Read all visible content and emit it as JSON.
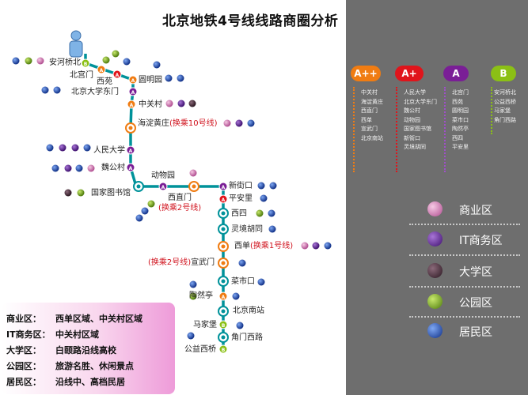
{
  "title": "北京地铁4号线线路商圈分析",
  "stations": [
    {
      "name": "安河桥北",
      "badge": "B"
    },
    {
      "name": "北宫门",
      "badge": "A"
    },
    {
      "name": "西苑",
      "badge": "A"
    },
    {
      "name": "圆明园",
      "badge": "A"
    },
    {
      "name": "北京大学东门",
      "badge": "A+"
    },
    {
      "name": "中关村",
      "badge": "A++"
    },
    {
      "name": "海淀黄庄",
      "transfer": "(换乘10号线)"
    },
    {
      "name": "人民大学",
      "badge": "A+"
    },
    {
      "name": "魏公村",
      "badge": "A+"
    },
    {
      "name": "国家图书馆"
    },
    {
      "name": "动物园",
      "badge": "A+"
    },
    {
      "name": "西直门",
      "transfer": "(换乘2号线)"
    },
    {
      "name": "新街口",
      "badge": "A+"
    },
    {
      "name": "平安里",
      "badge": "A"
    },
    {
      "name": "西四"
    },
    {
      "name": "灵境胡同"
    },
    {
      "name": "西单",
      "transfer": "(换乘1号线)"
    },
    {
      "name": "宣武门",
      "transfer": "(换乘2号线)"
    },
    {
      "name": "菜市口"
    },
    {
      "name": "陶然亭",
      "badge": "A"
    },
    {
      "name": "北京南站"
    },
    {
      "name": "马家堡",
      "badge": "B"
    },
    {
      "name": "角门西路"
    },
    {
      "name": "公益西桥",
      "badge": "B"
    }
  ],
  "legend_box": [
    {
      "key": "商业区：",
      "value": "西单区域、中关村区域"
    },
    {
      "key": "IT商务区：",
      "value": "中关村区域"
    },
    {
      "key": "大学区：",
      "value": "白颐路沿线高校"
    },
    {
      "key": "公园区：",
      "value": "旅游名胜、休闲景点"
    },
    {
      "key": "居民区：",
      "value": "沿线中、高档民居"
    }
  ],
  "grades": [
    {
      "label": "A++",
      "color": "#f07c12",
      "stations": [
        "中关村",
        "海淀黄庄",
        "西直门",
        "西单",
        "宣武门",
        "北京南站"
      ]
    },
    {
      "label": "A+",
      "color": "#e0141b",
      "stations": [
        "人民大学",
        "北京大学东门",
        "魏公村",
        "动物园",
        "国家图书馆",
        "新街口",
        "灵境胡同"
      ]
    },
    {
      "label": "A",
      "color": "#7a1e96",
      "stations": [
        "北宫门",
        "西苑",
        "圆明园",
        "菜市口",
        "陶然亭",
        "西四",
        "平安里"
      ]
    },
    {
      "label": "B",
      "color": "#8bc015",
      "stations": [
        "安河桥北",
        "公益西桥",
        "马家堡",
        "角门西路"
      ]
    }
  ],
  "zone_legend": [
    {
      "label": "商业区",
      "color": "#c46ea8",
      "icon": "pink-ball"
    },
    {
      "label": "IT商务区",
      "color": "#5c1b93",
      "icon": "purple-ball"
    },
    {
      "label": "大学区",
      "color": "#4a2a38",
      "icon": "dark-ball"
    },
    {
      "label": "公园区",
      "color": "#7aa61c",
      "icon": "green-ball"
    },
    {
      "label": "居民区",
      "color": "#1f4fb4",
      "icon": "blue-ball"
    }
  ],
  "colors": {
    "line": "#00929a",
    "commercial": "#c46ea8",
    "it": "#5c1b93",
    "university": "#4a2a38",
    "park": "#7aa61c",
    "residential": "#1f4fb4"
  },
  "icons": {
    "person": "person-icon"
  }
}
